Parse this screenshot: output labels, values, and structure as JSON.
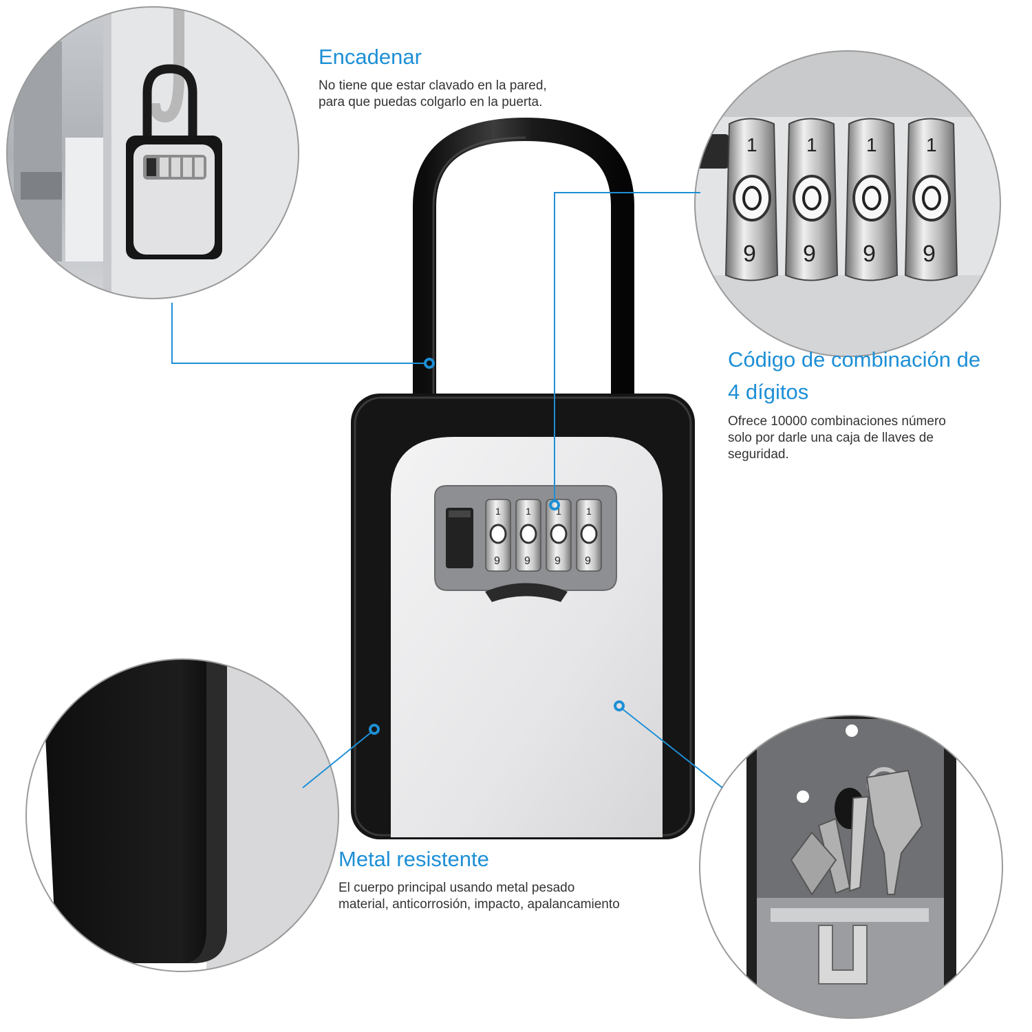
{
  "features": {
    "encadenar": {
      "title": "Encadenar",
      "body": [
        "No tiene que estar clavado en la pared,",
        "para que puedas colgarlo en la puerta."
      ]
    },
    "codigo": {
      "title": [
        "Código de combinación de",
        "4 dígitos"
      ],
      "body": [
        "Ofrece 10000 combinaciones número",
        "solo por darle una caja de llaves de",
        "seguridad."
      ]
    },
    "metal": {
      "title": "Metal resistente",
      "body": [
        "El cuerpo principal usando metal pesado",
        "material, anticorrosión, impacto, apalancamiento"
      ]
    }
  },
  "dials": {
    "top_digits": [
      "1",
      "1",
      "1",
      "1"
    ],
    "bottom_digits": [
      "9",
      "9",
      "9",
      "9"
    ]
  },
  "colors": {
    "accent": "#1d8fd6",
    "body_black": "#151515",
    "face_silver": "#e9e9ea"
  }
}
